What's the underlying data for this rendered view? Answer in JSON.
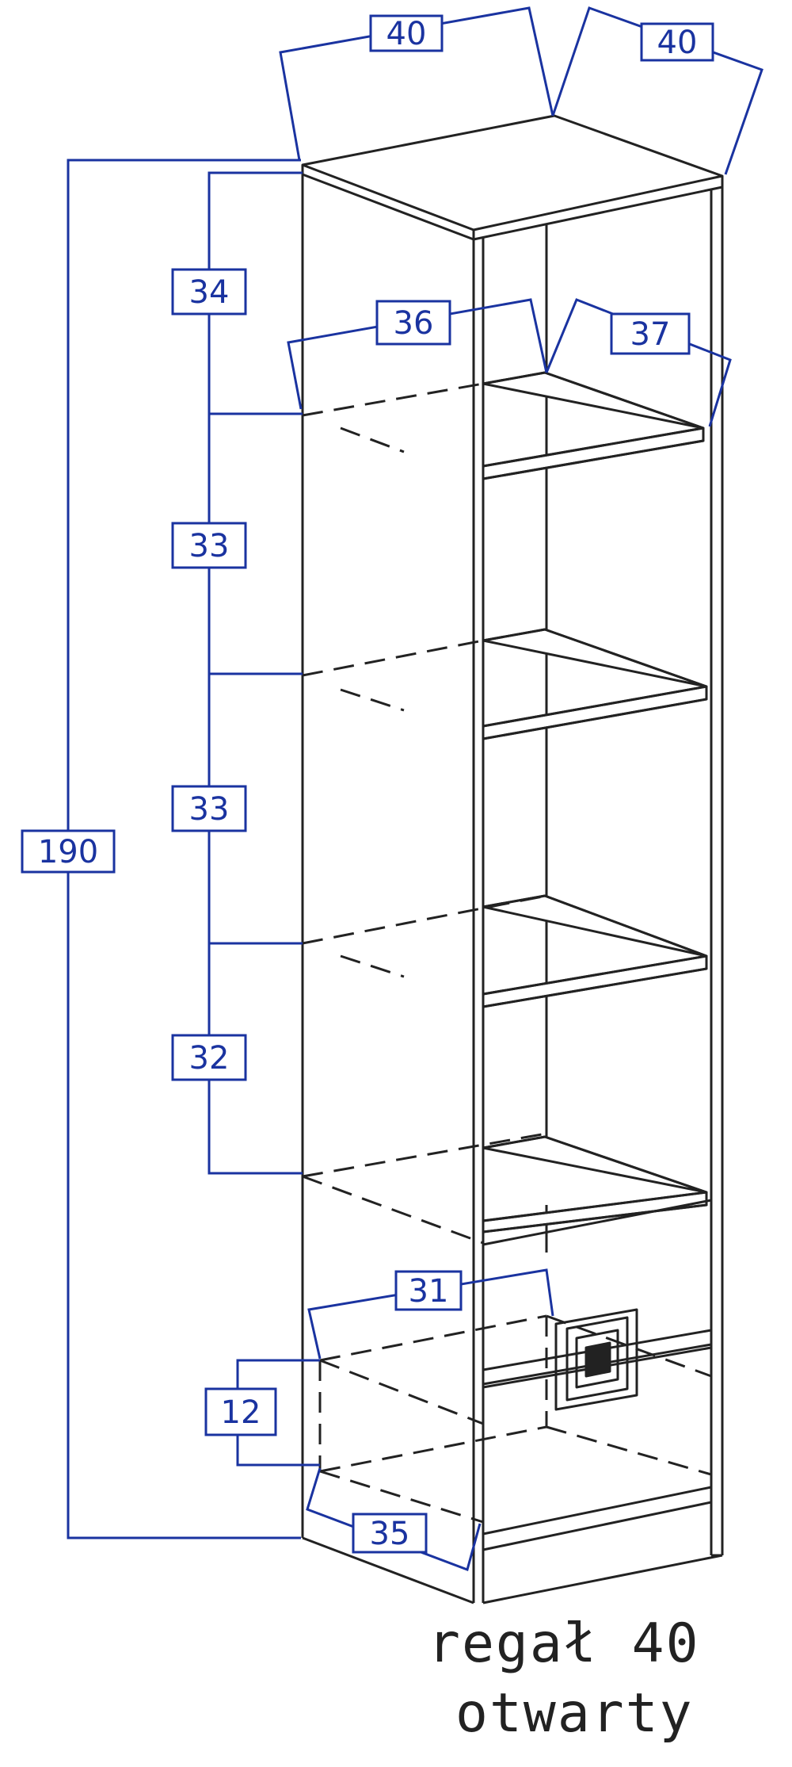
{
  "colors": {
    "ink": "#222222",
    "dimension": "#1a33a0"
  },
  "dimensions": {
    "top_width": "40",
    "top_depth": "40",
    "total_height": "190",
    "compartment_1": "34",
    "compartment_2": "33",
    "compartment_3": "33",
    "compartment_4": "32",
    "shelf_width": "36",
    "shelf_depth": "37",
    "drawer_width": "31",
    "drawer_height": "12",
    "drawer_depth": "35"
  },
  "caption": {
    "line1": "regał 40",
    "line2": "otwarty"
  }
}
